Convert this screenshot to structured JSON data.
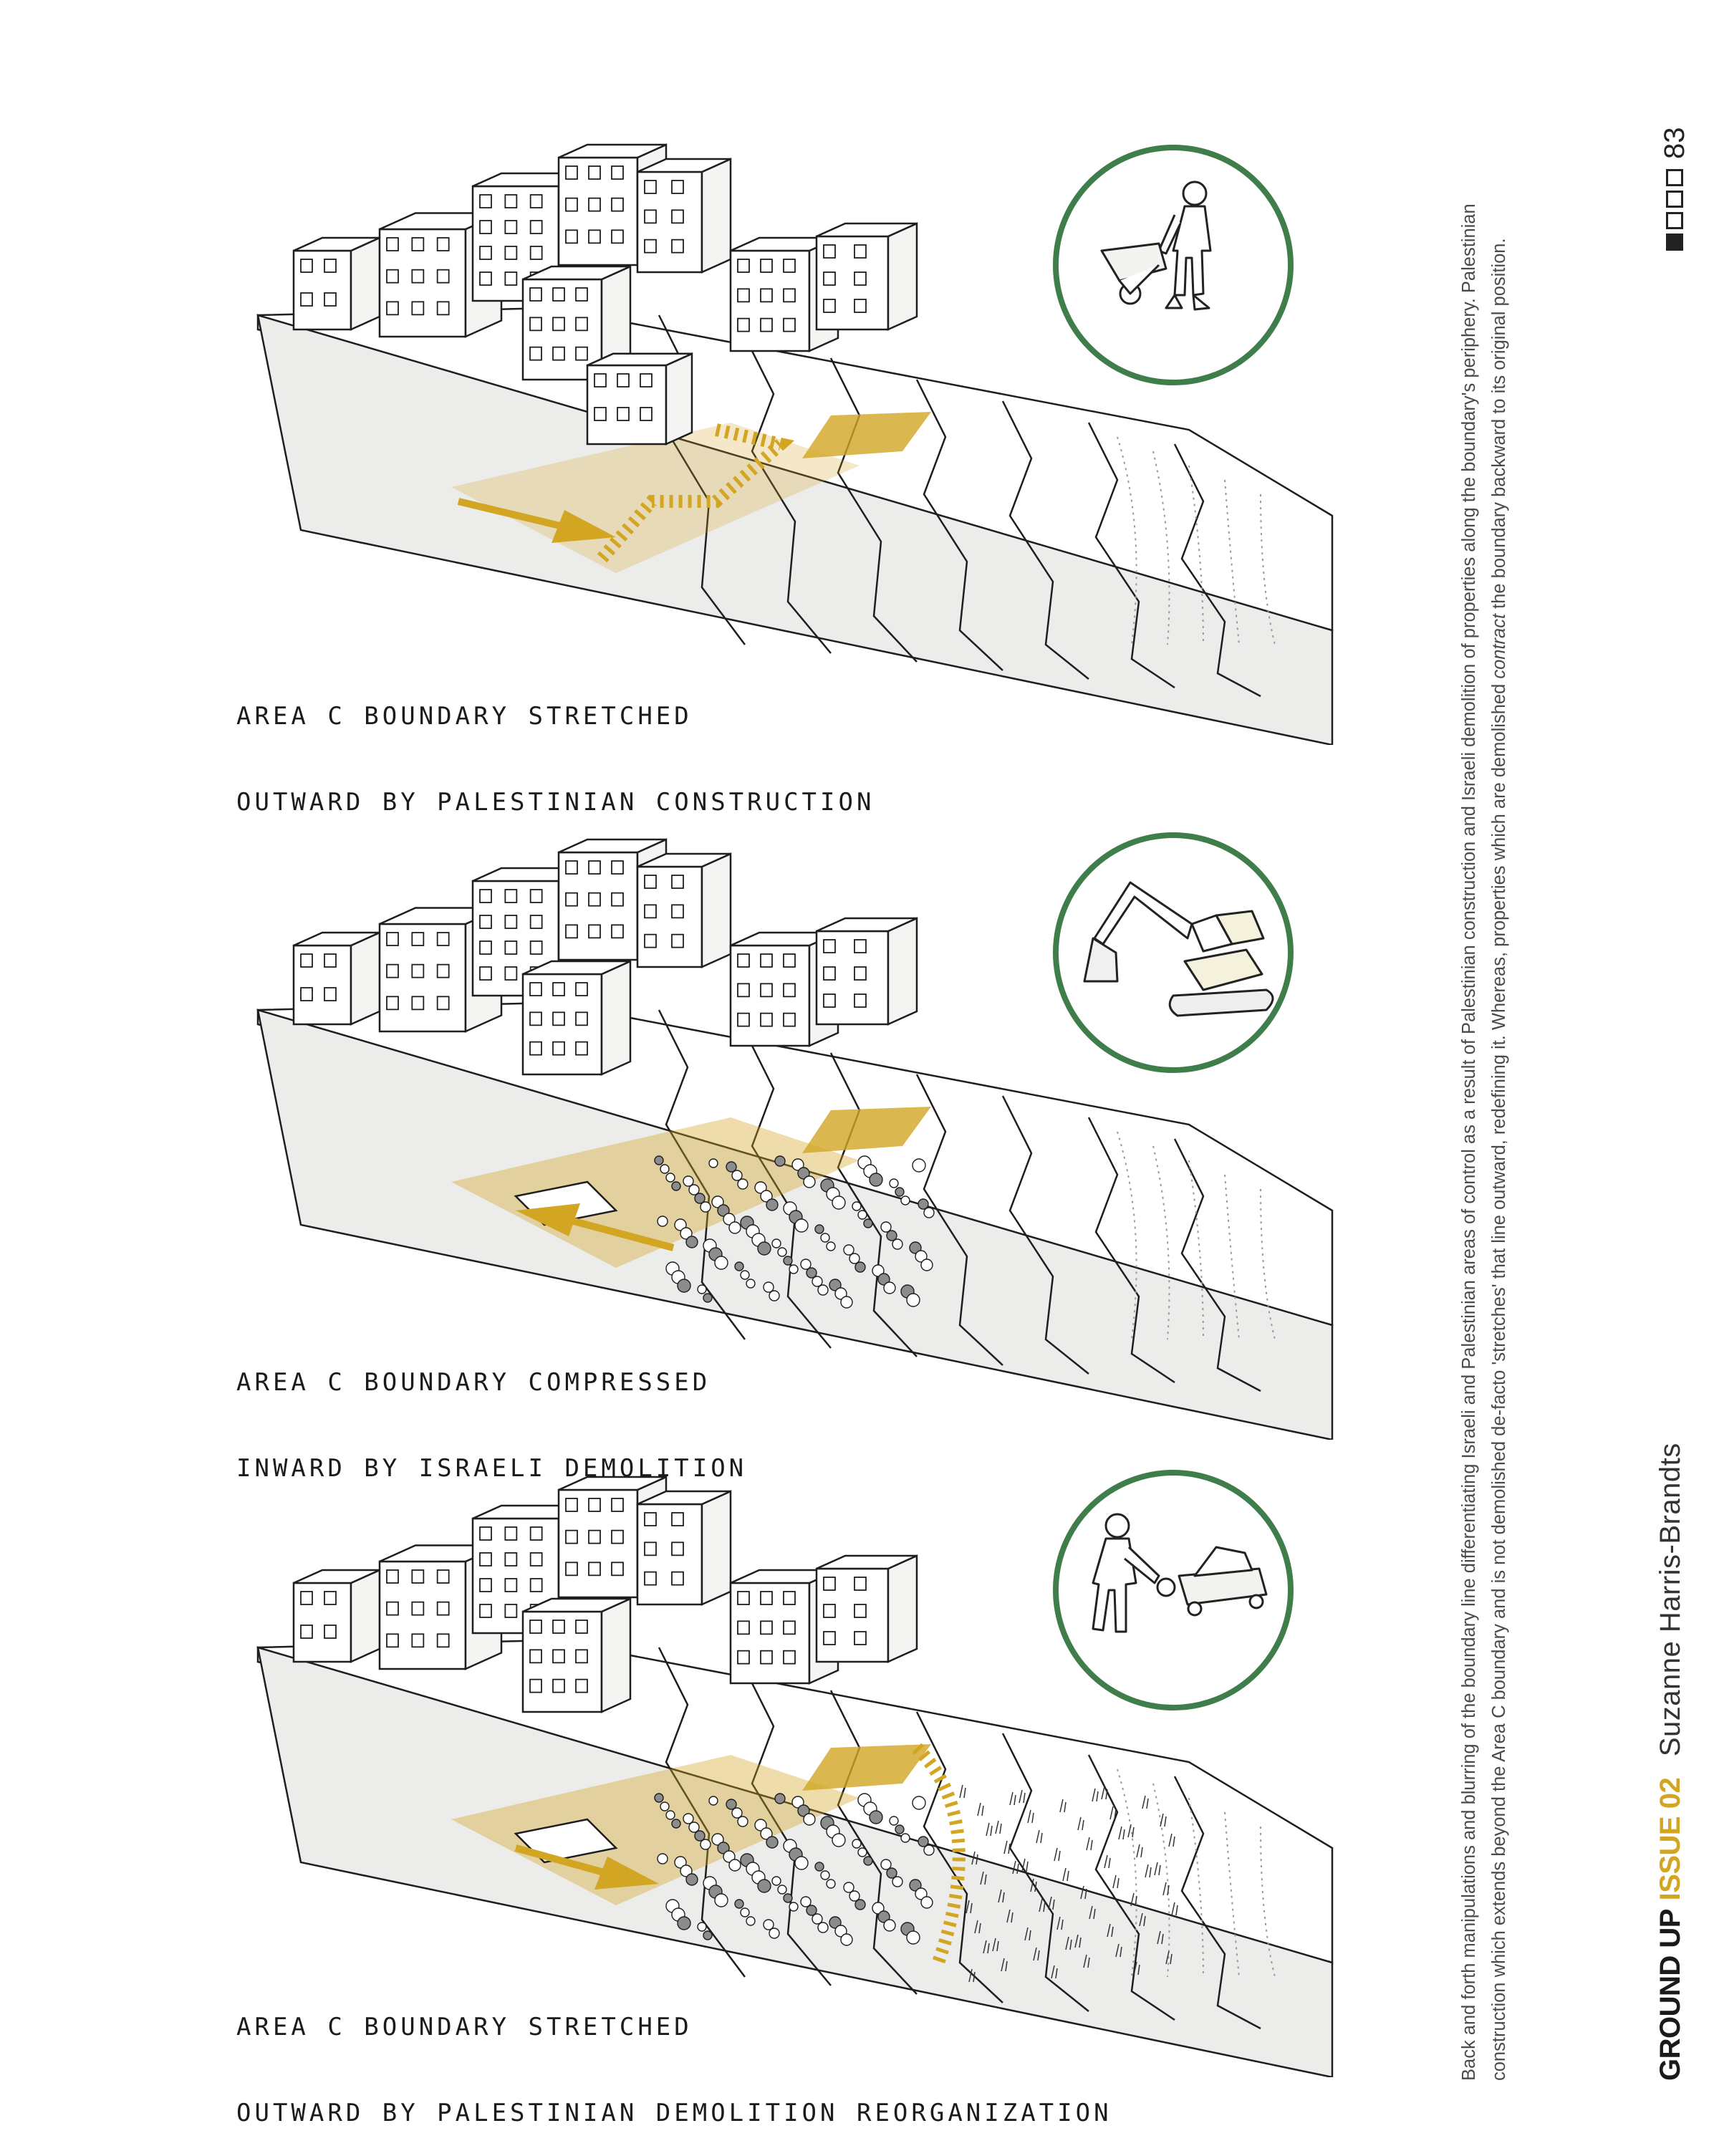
{
  "panels": [
    {
      "caption_line1": "AREA C BOUNDARY STRETCHED",
      "caption_line2": "OUTWARD BY PALESTINIAN CONSTRUCTION",
      "icon": "worker-wheelbarrow-icon",
      "arrow_direction": "outward"
    },
    {
      "caption_line1": "AREA C BOUNDARY COMPRESSED",
      "caption_line2": "INWARD BY ISRAELI DEMOLITION",
      "icon": "excavator-icon",
      "arrow_direction": "inward"
    },
    {
      "caption_line1": "AREA C BOUNDARY STRETCHED",
      "caption_line2": "OUTWARD BY PALESTINIAN DEMOLITION REORGANIZATION",
      "icon": "worker-cart-rubble-icon",
      "arrow_direction": "outward"
    }
  ],
  "sidebar": {
    "description_1": "Back and forth manipulations and blurring of the boundary line differentiating Israeli and Palestinian areas of control as a result of Palestinian construction and Israeli demolition of properties along the boundary's periphery. Palestinian construction which extends beyond the Area C boundary and is not demolished de-facto 'stretches' that line outward, redefining it. Whereas, properties which are demolished ",
    "description_em": "contract",
    "description_2": " the boundary backward to its original position.",
    "brand": "GROUND UP",
    "issue": "ISSUE 02",
    "author": "Suzanne Harris-Brandts",
    "page_number": "83"
  },
  "colors": {
    "accent_yellow": "#d2a523",
    "icon_green": "#3f7d4a",
    "ground": "#ececea",
    "line": "#1e1e1e"
  }
}
